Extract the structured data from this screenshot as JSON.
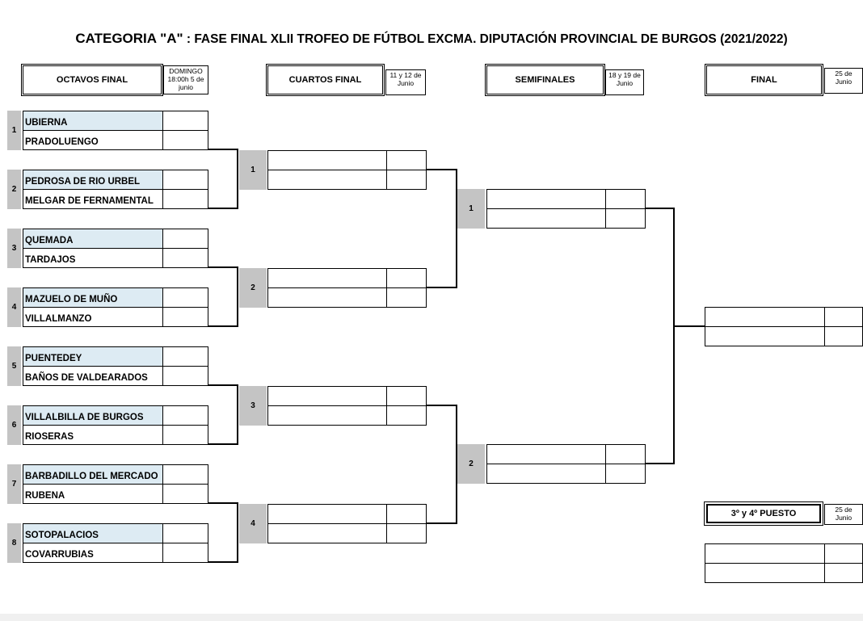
{
  "title_big": "CATEGORIA \"A\"",
  "title_rest": " : FASE FINAL XLII TROFEO DE FÚTBOL EXCMA. DIPUTACIÓN PROVINCIAL DE BURGOS (2021/2022)",
  "rounds": {
    "octavos": {
      "label": "OCTAVOS FINAL",
      "date_lines": [
        "DOMINGO",
        "18:00h 5 de",
        "junio"
      ]
    },
    "cuartos": {
      "label": "CUARTOS FINAL",
      "date_lines": [
        "11 y 12 de",
        "Junio"
      ]
    },
    "semis": {
      "label": "SEMIFINALES",
      "date_lines": [
        "18 y 19 de",
        "Junio"
      ]
    },
    "final": {
      "label": "FINAL",
      "date_lines": [
        "25 de",
        "Junio"
      ]
    },
    "tercer": {
      "label": "3º y 4º PUESTO",
      "date_lines": [
        "25 de",
        "Junio"
      ]
    }
  },
  "matches": [
    {
      "num": "1",
      "home": "UBIERNA",
      "away": "PRADOLUENGO"
    },
    {
      "num": "2",
      "home": "PEDROSA DE RIO URBEL",
      "away": "MELGAR DE FERNAMENTAL"
    },
    {
      "num": "3",
      "home": "QUEMADA",
      "away": "TARDAJOS"
    },
    {
      "num": "4",
      "home": "MAZUELO DE MUÑO",
      "away": "VILLALMANZO"
    },
    {
      "num": "5",
      "home": "PUENTEDEY",
      "away": "BAÑOS DE VALDEARADOS"
    },
    {
      "num": "6",
      "home": "VILLALBILLA DE BURGOS",
      "away": "RIOSERAS"
    },
    {
      "num": "7",
      "home": "BARBADILLO DEL MERCADO",
      "away": "RUBENA"
    },
    {
      "num": "8",
      "home": "SOTOPALACIOS",
      "away": "COVARRUBIAS"
    }
  ],
  "qf_nums": [
    "1",
    "2",
    "3",
    "4"
  ],
  "sf_nums": [
    "1",
    "2"
  ]
}
